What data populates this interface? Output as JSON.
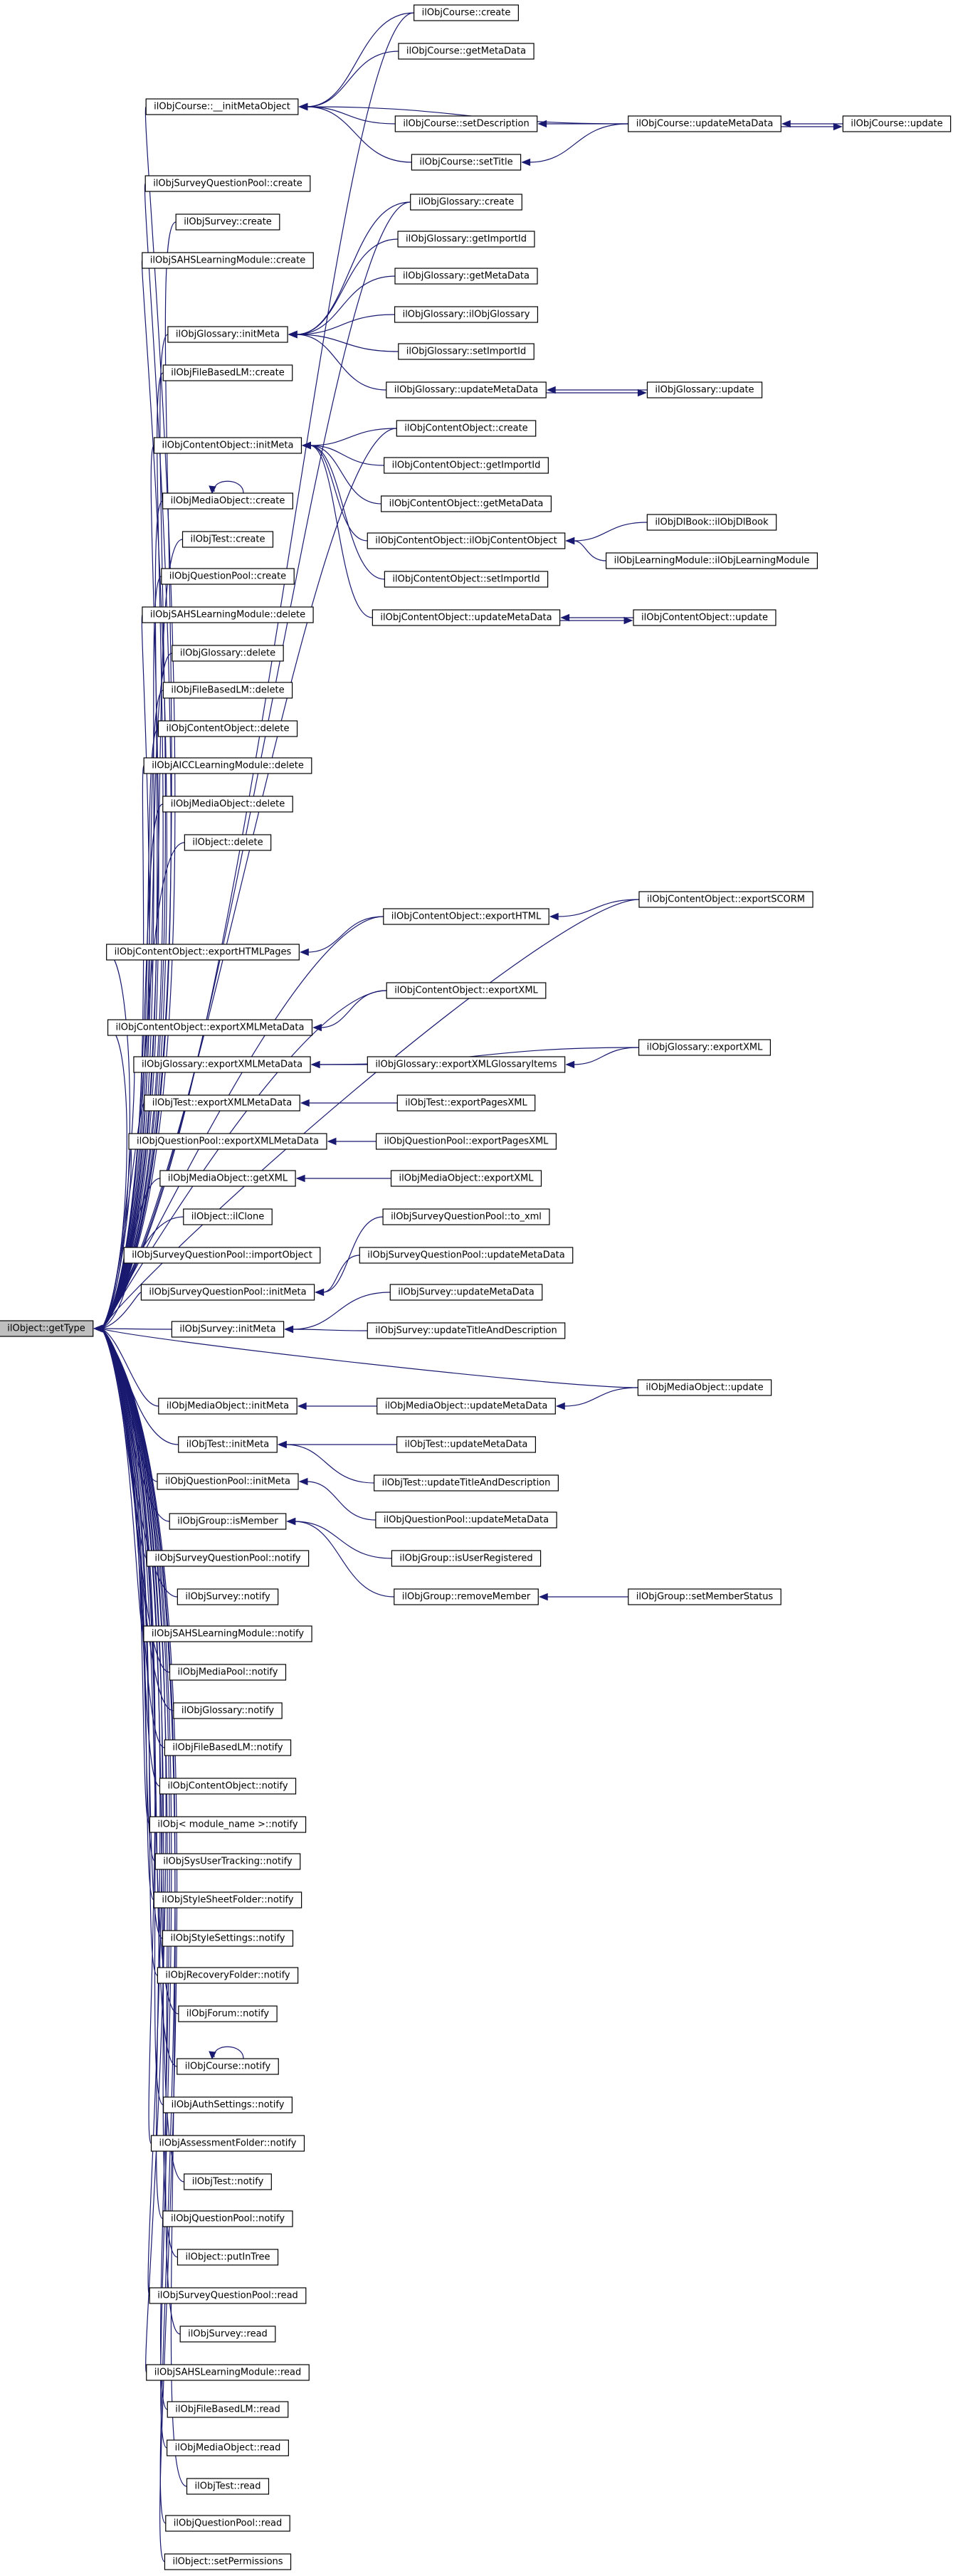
{
  "diagram": {
    "type": "call-graph",
    "root": "root",
    "nodes": [
      {
        "id": "root",
        "label": "ilObject::getType",
        "root": true
      },
      {
        "id": "c_initmeta",
        "label": "ilObjCourse::__initMetaObject"
      },
      {
        "id": "c_create",
        "label": "ilObjCourse::create"
      },
      {
        "id": "c_getmeta",
        "label": "ilObjCourse::getMetaData"
      },
      {
        "id": "c_setdesc",
        "label": "ilObjCourse::setDescription"
      },
      {
        "id": "c_settitle",
        "label": "ilObjCourse::setTitle"
      },
      {
        "id": "c_updmeta",
        "label": "ilObjCourse::updateMetaData"
      },
      {
        "id": "c_update",
        "label": "ilObjCourse::update"
      },
      {
        "id": "sqp_create",
        "label": "ilObjSurveyQuestionPool::create"
      },
      {
        "id": "sv_create",
        "label": "ilObjSurvey::create"
      },
      {
        "id": "sahs_create",
        "label": "ilObjSAHSLearningModule::create"
      },
      {
        "id": "g_initmeta",
        "label": "ilObjGlossary::initMeta"
      },
      {
        "id": "g_create",
        "label": "ilObjGlossary::create"
      },
      {
        "id": "g_getimport",
        "label": "ilObjGlossary::getImportId"
      },
      {
        "id": "g_getmeta",
        "label": "ilObjGlossary::getMetaData"
      },
      {
        "id": "g_ctor",
        "label": "ilObjGlossary::ilObjGlossary"
      },
      {
        "id": "g_setimport",
        "label": "ilObjGlossary::setImportId"
      },
      {
        "id": "g_updmeta",
        "label": "ilObjGlossary::updateMetaData"
      },
      {
        "id": "g_update",
        "label": "ilObjGlossary::update"
      },
      {
        "id": "fb_create",
        "label": "ilObjFileBasedLM::create"
      },
      {
        "id": "co_initmeta",
        "label": "ilObjContentObject::initMeta"
      },
      {
        "id": "co_create",
        "label": "ilObjContentObject::create"
      },
      {
        "id": "co_getimport",
        "label": "ilObjContentObject::getImportId"
      },
      {
        "id": "co_getmeta",
        "label": "ilObjContentObject::getMetaData"
      },
      {
        "id": "co_ctor",
        "label": "ilObjContentObject::ilObjContentObject"
      },
      {
        "id": "dlb_ctor",
        "label": "ilObjDlBook::ilObjDlBook"
      },
      {
        "id": "lm_ctor",
        "label": "ilObjLearningModule::ilObjLearningModule"
      },
      {
        "id": "co_setimport",
        "label": "ilObjContentObject::setImportId"
      },
      {
        "id": "co_updmeta",
        "label": "ilObjContentObject::updateMetaData"
      },
      {
        "id": "co_update",
        "label": "ilObjContentObject::update"
      },
      {
        "id": "mo_create",
        "label": "ilObjMediaObject::create"
      },
      {
        "id": "t_create",
        "label": "ilObjTest::create"
      },
      {
        "id": "qp_create",
        "label": "ilObjQuestionPool::create"
      },
      {
        "id": "sahs_delete",
        "label": "ilObjSAHSLearningModule::delete"
      },
      {
        "id": "g_delete",
        "label": "ilObjGlossary::delete"
      },
      {
        "id": "fb_delete",
        "label": "ilObjFileBasedLM::delete"
      },
      {
        "id": "co_delete",
        "label": "ilObjContentObject::delete"
      },
      {
        "id": "aicc_delete",
        "label": "ilObjAICCLearningModule::delete"
      },
      {
        "id": "mo_delete",
        "label": "ilObjMediaObject::delete"
      },
      {
        "id": "o_delete",
        "label": "ilObject::delete"
      },
      {
        "id": "co_exphtml",
        "label": "ilObjContentObject::exportHTML"
      },
      {
        "id": "co_expscorm",
        "label": "ilObjContentObject::exportSCORM"
      },
      {
        "id": "co_exphtmlpages",
        "label": "ilObjContentObject::exportHTMLPages"
      },
      {
        "id": "co_expxml",
        "label": "ilObjContentObject::exportXML"
      },
      {
        "id": "co_expxmlmeta",
        "label": "ilObjContentObject::exportXMLMetaData"
      },
      {
        "id": "g_expxmlmeta",
        "label": "ilObjGlossary::exportXMLMetaData"
      },
      {
        "id": "g_expxmlitems",
        "label": "ilObjGlossary::exportXMLGlossaryItems"
      },
      {
        "id": "g_expxml",
        "label": "ilObjGlossary::exportXML"
      },
      {
        "id": "t_expxmlmeta",
        "label": "ilObjTest::exportXMLMetaData"
      },
      {
        "id": "t_exppages",
        "label": "ilObjTest::exportPagesXML"
      },
      {
        "id": "qp_expxmlmeta",
        "label": "ilObjQuestionPool::exportXMLMetaData"
      },
      {
        "id": "qp_exppages",
        "label": "ilObjQuestionPool::exportPagesXML"
      },
      {
        "id": "mo_getxml",
        "label": "ilObjMediaObject::getXML"
      },
      {
        "id": "mo_expxml",
        "label": "ilObjMediaObject::exportXML"
      },
      {
        "id": "o_clone",
        "label": "ilObject::ilClone"
      },
      {
        "id": "sqp_import",
        "label": "ilObjSurveyQuestionPool::importObject"
      },
      {
        "id": "sqp_initmeta",
        "label": "ilObjSurveyQuestionPool::initMeta"
      },
      {
        "id": "sqp_toxml",
        "label": "ilObjSurveyQuestionPool::to_xml"
      },
      {
        "id": "sqp_updmeta",
        "label": "ilObjSurveyQuestionPool::updateMetaData"
      },
      {
        "id": "sv_initmeta",
        "label": "ilObjSurvey::initMeta"
      },
      {
        "id": "sv_updmeta",
        "label": "ilObjSurvey::updateMetaData"
      },
      {
        "id": "sv_updtitle",
        "label": "ilObjSurvey::updateTitleAndDescription"
      },
      {
        "id": "mo_update",
        "label": "ilObjMediaObject::update"
      },
      {
        "id": "mo_initmeta",
        "label": "ilObjMediaObject::initMeta"
      },
      {
        "id": "mo_updmeta",
        "label": "ilObjMediaObject::updateMetaData"
      },
      {
        "id": "t_initmeta",
        "label": "ilObjTest::initMeta"
      },
      {
        "id": "t_updmeta",
        "label": "ilObjTest::updateMetaData"
      },
      {
        "id": "t_updtitle",
        "label": "ilObjTest::updateTitleAndDescription"
      },
      {
        "id": "qp_initmeta",
        "label": "ilObjQuestionPool::initMeta"
      },
      {
        "id": "qp_updmeta",
        "label": "ilObjQuestionPool::updateMetaData"
      },
      {
        "id": "gr_ismember",
        "label": "ilObjGroup::isMember"
      },
      {
        "id": "gr_isuserreg",
        "label": "ilObjGroup::isUserRegistered"
      },
      {
        "id": "gr_removemember",
        "label": "ilObjGroup::removeMember"
      },
      {
        "id": "gr_setmemberstatus",
        "label": "ilObjGroup::setMemberStatus"
      },
      {
        "id": "sqp_notify",
        "label": "ilObjSurveyQuestionPool::notify"
      },
      {
        "id": "sv_notify",
        "label": "ilObjSurvey::notify"
      },
      {
        "id": "sahs_notify",
        "label": "ilObjSAHSLearningModule::notify"
      },
      {
        "id": "mp_notify",
        "label": "ilObjMediaPool::notify"
      },
      {
        "id": "g_notify",
        "label": "ilObjGlossary::notify"
      },
      {
        "id": "fb_notify",
        "label": "ilObjFileBasedLM::notify"
      },
      {
        "id": "co_notify",
        "label": "ilObjContentObject::notify"
      },
      {
        "id": "mod_notify",
        "label": "ilObj< module_name >::notify"
      },
      {
        "id": "sut_notify",
        "label": "ilObjSysUserTracking::notify"
      },
      {
        "id": "ssf_notify",
        "label": "ilObjStyleSheetFolder::notify"
      },
      {
        "id": "ss_notify",
        "label": "ilObjStyleSettings::notify"
      },
      {
        "id": "rf_notify",
        "label": "ilObjRecoveryFolder::notify"
      },
      {
        "id": "fo_notify",
        "label": "ilObjForum::notify"
      },
      {
        "id": "c_notify",
        "label": "ilObjCourse::notify"
      },
      {
        "id": "au_notify",
        "label": "ilObjAuthSettings::notify"
      },
      {
        "id": "af_notify",
        "label": "ilObjAssessmentFolder::notify"
      },
      {
        "id": "t_notify",
        "label": "ilObjTest::notify"
      },
      {
        "id": "qp_notify",
        "label": "ilObjQuestionPool::notify"
      },
      {
        "id": "o_putintree",
        "label": "ilObject::putInTree"
      },
      {
        "id": "sqp_read",
        "label": "ilObjSurveyQuestionPool::read"
      },
      {
        "id": "sv_read",
        "label": "ilObjSurvey::read"
      },
      {
        "id": "sahs_read",
        "label": "ilObjSAHSLearningModule::read"
      },
      {
        "id": "fb_read",
        "label": "ilObjFileBasedLM::read"
      },
      {
        "id": "mo_read",
        "label": "ilObjMediaObject::read"
      },
      {
        "id": "t_read",
        "label": "ilObjTest::read"
      },
      {
        "id": "qp_read",
        "label": "ilObjQuestionPool::read"
      },
      {
        "id": "o_setperms",
        "label": "ilObject::setPermissions"
      }
    ],
    "edges": [
      [
        "c_initmeta",
        "root"
      ],
      [
        "c_create",
        "root"
      ],
      [
        "c_getmeta",
        "c_initmeta"
      ],
      [
        "c_create",
        "c_initmeta"
      ],
      [
        "c_setdesc",
        "c_initmeta"
      ],
      [
        "c_settitle",
        "c_initmeta"
      ],
      [
        "c_updmeta",
        "c_initmeta"
      ],
      [
        "c_updmeta",
        "c_setdesc"
      ],
      [
        "c_updmeta",
        "c_settitle"
      ],
      [
        "c_update",
        "c_updmeta"
      ],
      [
        "c_updmeta",
        "c_update"
      ],
      [
        "sqp_create",
        "root"
      ],
      [
        "sv_create",
        "root"
      ],
      [
        "sahs_create",
        "root"
      ],
      [
        "g_initmeta",
        "root"
      ],
      [
        "g_create",
        "root"
      ],
      [
        "g_create",
        "g_initmeta"
      ],
      [
        "g_getimport",
        "g_initmeta"
      ],
      [
        "g_getmeta",
        "g_initmeta"
      ],
      [
        "g_ctor",
        "g_initmeta"
      ],
      [
        "g_setimport",
        "g_initmeta"
      ],
      [
        "g_updmeta",
        "g_initmeta"
      ],
      [
        "g_update",
        "g_updmeta"
      ],
      [
        "g_updmeta",
        "g_update"
      ],
      [
        "fb_create",
        "root"
      ],
      [
        "co_initmeta",
        "root"
      ],
      [
        "co_create",
        "root"
      ],
      [
        "co_create",
        "co_initmeta"
      ],
      [
        "co_getimport",
        "co_initmeta"
      ],
      [
        "co_getmeta",
        "co_initmeta"
      ],
      [
        "co_ctor",
        "co_initmeta"
      ],
      [
        "co_setimport",
        "co_initmeta"
      ],
      [
        "co_updmeta",
        "co_initmeta"
      ],
      [
        "dlb_ctor",
        "co_ctor"
      ],
      [
        "lm_ctor",
        "co_ctor"
      ],
      [
        "co_update",
        "co_updmeta"
      ],
      [
        "co_updmeta",
        "co_update"
      ],
      [
        "mo_create",
        "root"
      ],
      [
        "mo_create",
        "mo_create"
      ],
      [
        "t_create",
        "root"
      ],
      [
        "qp_create",
        "root"
      ],
      [
        "sahs_delete",
        "root"
      ],
      [
        "g_delete",
        "root"
      ],
      [
        "fb_delete",
        "root"
      ],
      [
        "co_delete",
        "root"
      ],
      [
        "aicc_delete",
        "root"
      ],
      [
        "mo_delete",
        "root"
      ],
      [
        "o_delete",
        "root"
      ],
      [
        "co_expscorm",
        "root"
      ],
      [
        "co_exphtml",
        "root"
      ],
      [
        "co_expscorm",
        "co_exphtml"
      ],
      [
        "co_exphtmlpages",
        "root"
      ],
      [
        "co_exphtml",
        "co_exphtmlpages"
      ],
      [
        "co_expxml",
        "root"
      ],
      [
        "co_expxmlmeta",
        "root"
      ],
      [
        "co_expxml",
        "co_expxmlmeta"
      ],
      [
        "g_expxmlmeta",
        "root"
      ],
      [
        "g_expxml",
        "g_expxmlmeta"
      ],
      [
        "g_expxmlitems",
        "g_expxmlmeta"
      ],
      [
        "g_expxml",
        "g_expxmlitems"
      ],
      [
        "t_expxmlmeta",
        "root"
      ],
      [
        "t_exppages",
        "t_expxmlmeta"
      ],
      [
        "qp_expxmlmeta",
        "root"
      ],
      [
        "qp_exppages",
        "qp_expxmlmeta"
      ],
      [
        "mo_getxml",
        "root"
      ],
      [
        "mo_expxml",
        "mo_getxml"
      ],
      [
        "o_clone",
        "root"
      ],
      [
        "sqp_import",
        "root"
      ],
      [
        "sqp_initmeta",
        "root"
      ],
      [
        "sqp_toxml",
        "sqp_initmeta"
      ],
      [
        "sqp_updmeta",
        "sqp_initmeta"
      ],
      [
        "sv_initmeta",
        "root"
      ],
      [
        "sv_updmeta",
        "sv_initmeta"
      ],
      [
        "sv_updtitle",
        "sv_initmeta"
      ],
      [
        "mo_update",
        "root"
      ],
      [
        "mo_initmeta",
        "root"
      ],
      [
        "mo_updmeta",
        "mo_initmeta"
      ],
      [
        "mo_update",
        "mo_updmeta"
      ],
      [
        "t_initmeta",
        "root"
      ],
      [
        "t_updmeta",
        "t_initmeta"
      ],
      [
        "t_updtitle",
        "t_initmeta"
      ],
      [
        "qp_initmeta",
        "root"
      ],
      [
        "qp_updmeta",
        "qp_initmeta"
      ],
      [
        "gr_ismember",
        "root"
      ],
      [
        "gr_isuserreg",
        "gr_ismember"
      ],
      [
        "gr_removemember",
        "gr_ismember"
      ],
      [
        "gr_setmemberstatus",
        "gr_removemember"
      ],
      [
        "sqp_notify",
        "root"
      ],
      [
        "sv_notify",
        "root"
      ],
      [
        "sahs_notify",
        "root"
      ],
      [
        "mp_notify",
        "root"
      ],
      [
        "g_notify",
        "root"
      ],
      [
        "fb_notify",
        "root"
      ],
      [
        "co_notify",
        "root"
      ],
      [
        "mod_notify",
        "root"
      ],
      [
        "sut_notify",
        "root"
      ],
      [
        "ssf_notify",
        "root"
      ],
      [
        "ss_notify",
        "root"
      ],
      [
        "rf_notify",
        "root"
      ],
      [
        "fo_notify",
        "root"
      ],
      [
        "c_notify",
        "root"
      ],
      [
        "c_notify",
        "c_notify"
      ],
      [
        "au_notify",
        "root"
      ],
      [
        "af_notify",
        "root"
      ],
      [
        "t_notify",
        "root"
      ],
      [
        "qp_notify",
        "root"
      ],
      [
        "o_putintree",
        "root"
      ],
      [
        "sqp_read",
        "root"
      ],
      [
        "sv_read",
        "root"
      ],
      [
        "sahs_read",
        "root"
      ],
      [
        "fb_read",
        "root"
      ],
      [
        "mo_read",
        "root"
      ],
      [
        "t_read",
        "root"
      ],
      [
        "qp_read",
        "root"
      ],
      [
        "o_setperms",
        "root"
      ]
    ]
  },
  "colors": {
    "edge": "#191970",
    "node_border": "#000000",
    "node_fill": "#ffffff",
    "root_fill": "#bfbfbf"
  }
}
